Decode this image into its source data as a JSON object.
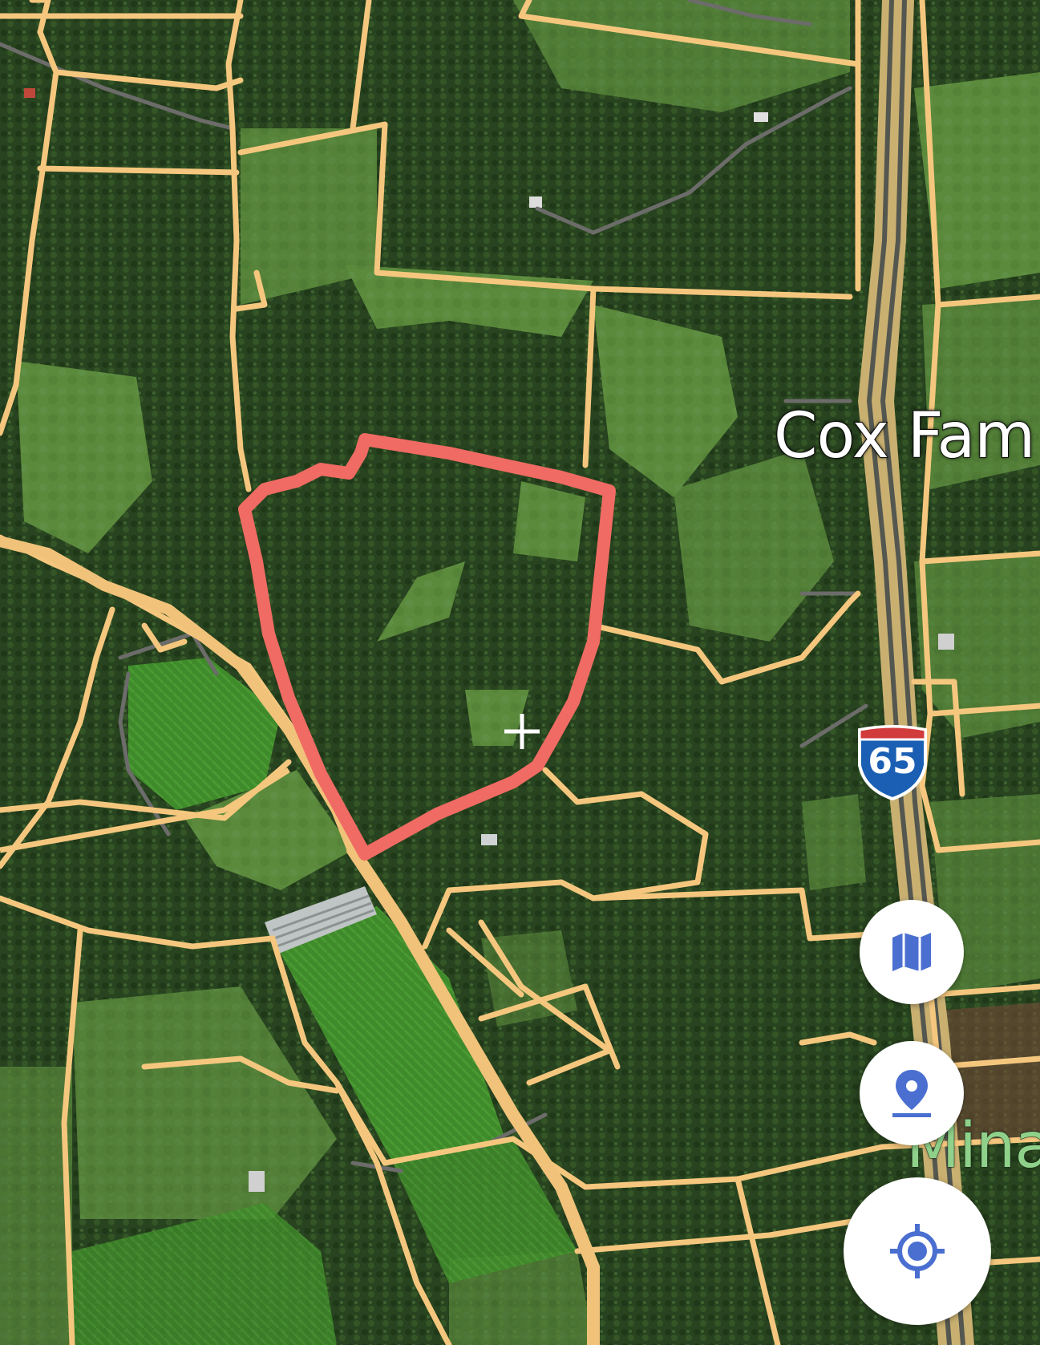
{
  "map": {
    "labels": {
      "cox": "Cox Fam",
      "mina": "Mina"
    },
    "highway_shield": {
      "number": "65",
      "type": "Interstate"
    },
    "colors": {
      "parcel_line": "#f5c77e",
      "selected_parcel": "#ef6b63",
      "highway": "#c9b071",
      "shield_blue": "#1a5fb4",
      "shield_red": "#d23b3b",
      "button_icon": "#4a6fd1"
    },
    "controls": {
      "layers_icon": "map-icon",
      "pin_icon": "map-pin-icon",
      "locate_icon": "my-location-icon"
    }
  }
}
